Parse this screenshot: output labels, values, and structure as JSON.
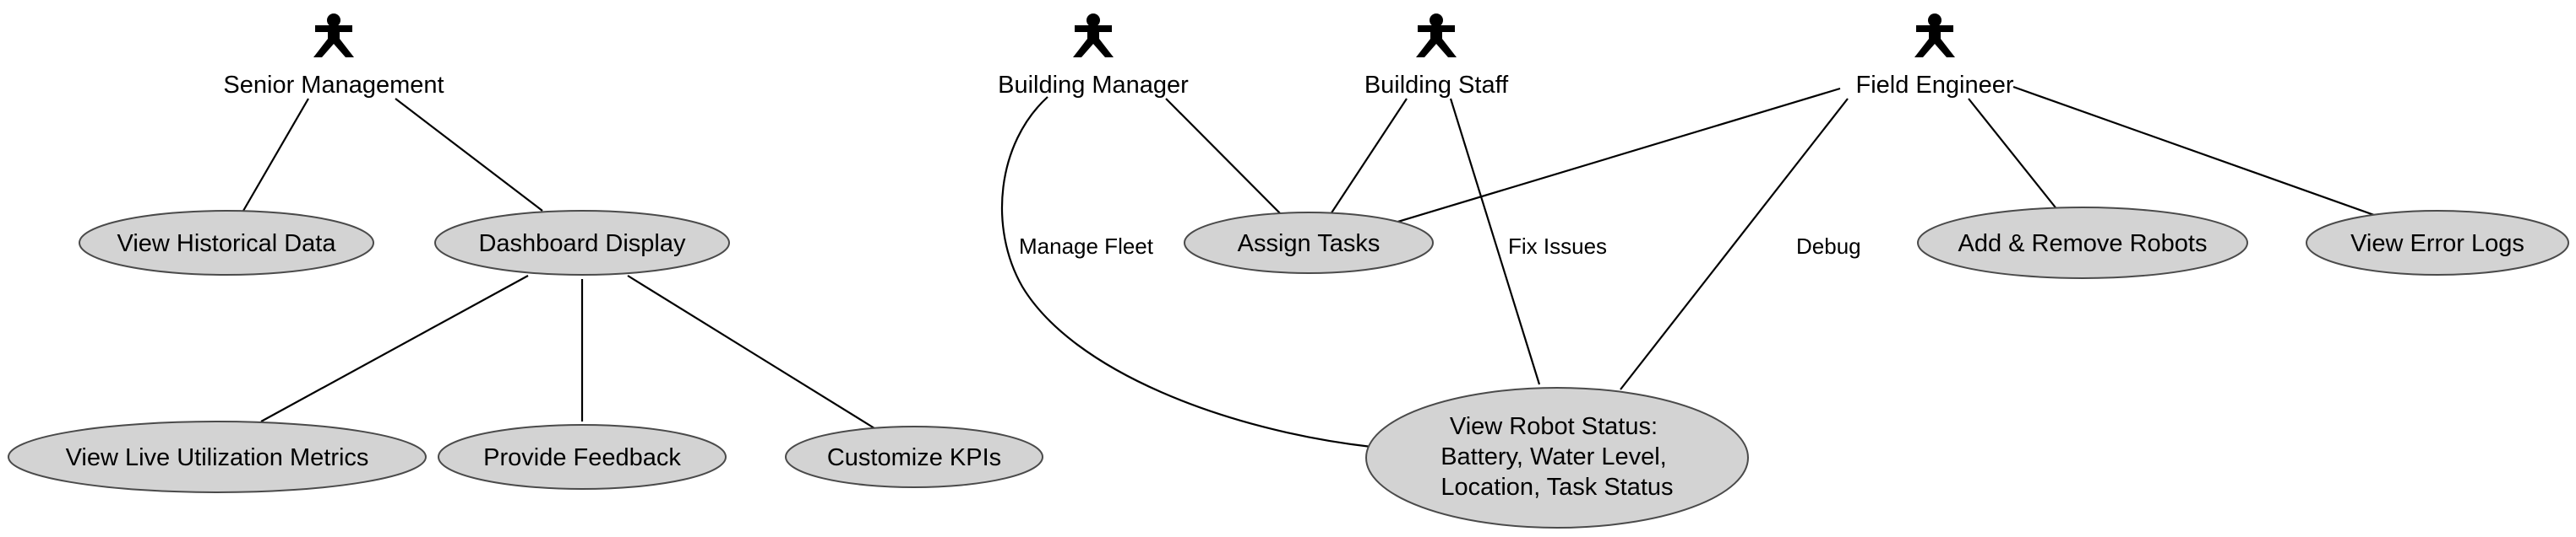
{
  "actors": {
    "senior_management": "Senior Management",
    "building_manager": "Building Manager",
    "building_staff": "Building Staff",
    "field_engineer": "Field Engineer"
  },
  "use_cases": {
    "view_historical_data": "View Historical Data",
    "dashboard_display": "Dashboard Display",
    "view_live_utilization_metrics": "View Live Utilization Metrics",
    "provide_feedback": "Provide Feedback",
    "customize_kpis": "Customize KPIs",
    "assign_tasks": "Assign Tasks",
    "add_remove_robots": "Add & Remove Robots",
    "view_error_logs": "View Error Logs",
    "view_robot_status": [
      "View Robot Status:",
      "Battery, Water Level,",
      "Location, Task Status"
    ]
  },
  "edge_labels": {
    "manage_fleet": "Manage Fleet",
    "fix_issues": "Fix Issues",
    "debug": "Debug"
  },
  "colors": {
    "actor_fill": "#8fbc8f",
    "use_case_fill": "#d3d3d3",
    "line": "#000000"
  }
}
